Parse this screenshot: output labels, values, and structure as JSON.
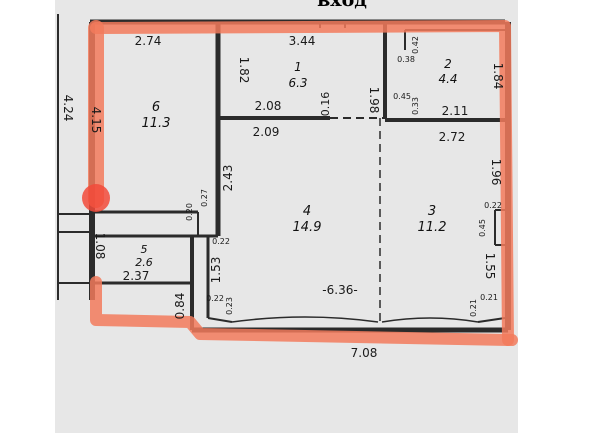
{
  "header": {
    "entrance_label": "вход"
  },
  "colors": {
    "paper": "#e7e7e7",
    "wall": "#2b2b2b",
    "highlight": "#f27a5c",
    "background": "#ffffff"
  },
  "rooms": [
    {
      "number": "1",
      "area": "6.3"
    },
    {
      "number": "2",
      "area": "4.4"
    },
    {
      "number": "3",
      "area": "11.2"
    },
    {
      "number": "4",
      "area": "14.9"
    },
    {
      "number": "5",
      "area": "2.6"
    },
    {
      "number": "6",
      "area": "11.3"
    }
  ],
  "dimensions": {
    "d_274": "2.74",
    "d_344": "3.44",
    "d_182": "1.82",
    "d_208": "2.08",
    "d_016": "0.16",
    "d_198": "1.98",
    "d_038": "0.38",
    "d_042": "0.42",
    "d_184": "1.84",
    "d_045a": "0.45",
    "d_033": "0.33",
    "d_211": "2.11",
    "d_424": "4.24",
    "d_415": "4.15",
    "d_209": "2.09",
    "d_272": "2.72",
    "d_243": "2.43",
    "d_196": "1.96",
    "d_020": "0.20",
    "d_027": "0.27",
    "d_045b": "0.45",
    "d_022a": "0.22",
    "d_022b": "0.22",
    "d_108": "1.08",
    "d_237": "2.37",
    "d_153": "1.53",
    "d_155": "1.55",
    "d_636": "-6.36-",
    "d_022c": "0.22",
    "d_023": "0.23",
    "d_021a": "0.21",
    "d_021b": "0.21",
    "d_084": "0.84",
    "d_708": "7.08"
  }
}
